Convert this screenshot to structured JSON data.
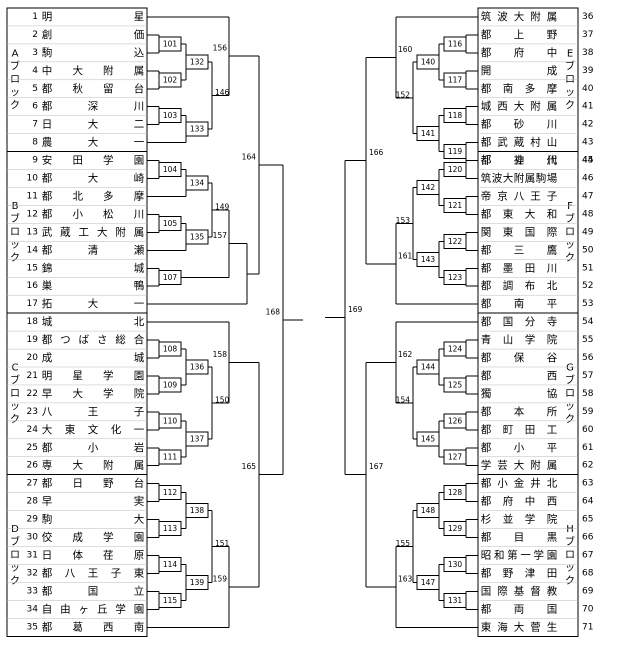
{
  "left_blocks": [
    {
      "label": "Aブロック",
      "teams": [
        {
          "no": "1",
          "name": "明星"
        },
        {
          "no": "2",
          "name": "創価"
        },
        {
          "no": "3",
          "name": "駒込"
        },
        {
          "no": "4",
          "name": "中大附属"
        },
        {
          "no": "5",
          "name": "都秋留台"
        },
        {
          "no": "6",
          "name": "都深川"
        },
        {
          "no": "7",
          "name": "日大二"
        },
        {
          "no": "8",
          "name": "農大一"
        }
      ],
      "first": [
        {
          "id": "101",
          "pair": [
            1,
            2
          ]
        },
        {
          "id": "102",
          "pair": [
            3,
            4
          ]
        },
        {
          "id": "103",
          "pair": [
            5,
            6
          ]
        }
      ],
      "second": [
        {
          "id": "132",
          "pair": [
            "m101",
            "m102"
          ]
        },
        {
          "id": "133",
          "pair": [
            "m103",
            7
          ]
        }
      ],
      "third": {
        "id": "146",
        "pair": [
          "m132",
          "m133"
        ]
      },
      "fourth": {
        "id": "156",
        "pair": [
          0,
          "m146"
        ]
      }
    },
    {
      "label": "Bブロック",
      "teams": [
        {
          "no": "9",
          "name": "安田学園"
        },
        {
          "no": "10",
          "name": "都大崎"
        },
        {
          "no": "11",
          "name": "都北多摩"
        },
        {
          "no": "12",
          "name": "都小松川"
        },
        {
          "no": "13",
          "name": "武蔵工大附属"
        },
        {
          "no": "14",
          "name": "都清瀬"
        },
        {
          "no": "15",
          "name": "錦城"
        },
        {
          "no": "16",
          "name": "巣鴨"
        },
        {
          "no": "17",
          "name": "拓大一"
        }
      ],
      "first": [
        {
          "id": "104",
          "pair": [
            0,
            1
          ]
        },
        {
          "id": "105",
          "pair": [
            3,
            4
          ]
        },
        {
          "id": "107",
          "pair": [
            6,
            7
          ]
        }
      ],
      "second": [
        {
          "id": "134",
          "pair": [
            "m104",
            2
          ]
        },
        {
          "id": "135",
          "pair": [
            "m105",
            5
          ]
        }
      ],
      "third": {
        "id": "149",
        "pair": [
          "m134",
          "m135"
        ]
      },
      "fourth": {
        "id": "157",
        "pair": [
          "m149",
          "m107"
        ]
      },
      "fifth": {
        "id": "bf",
        "pair": [
          "m157",
          8
        ]
      }
    },
    {
      "label": "Cブロック",
      "teams": [
        {
          "no": "18",
          "name": "城北"
        },
        {
          "no": "19",
          "name": "都つばさ総合"
        },
        {
          "no": "20",
          "name": "成城"
        },
        {
          "no": "21",
          "name": "明星学園"
        },
        {
          "no": "22",
          "name": "早大学院"
        },
        {
          "no": "23",
          "name": "八王子"
        },
        {
          "no": "24",
          "name": "大東文化一"
        },
        {
          "no": "25",
          "name": "都小岩"
        },
        {
          "no": "26",
          "name": "専大附属"
        }
      ],
      "first": [
        {
          "id": "108",
          "pair": [
            1,
            2
          ]
        },
        {
          "id": "109",
          "pair": [
            3,
            4
          ]
        },
        {
          "id": "110",
          "pair": [
            5,
            6
          ]
        },
        {
          "id": "111",
          "pair": [
            7,
            8
          ]
        }
      ],
      "second": [
        {
          "id": "136",
          "pair": [
            "m108",
            "m109"
          ]
        },
        {
          "id": "137",
          "pair": [
            "m110",
            "m111"
          ]
        }
      ],
      "third": {
        "id": "150",
        "pair": [
          "m136",
          "m137"
        ]
      },
      "fourth": {
        "id": "158",
        "pair": [
          0,
          "m150"
        ]
      }
    },
    {
      "label": "Dブロック",
      "teams": [
        {
          "no": "27",
          "name": "都日野台"
        },
        {
          "no": "28",
          "name": "早実"
        },
        {
          "no": "29",
          "name": "駒大"
        },
        {
          "no": "30",
          "name": "佼成学園"
        },
        {
          "no": "31",
          "name": "日体荏原"
        },
        {
          "no": "32",
          "name": "都八王子東"
        },
        {
          "no": "33",
          "name": "都国立"
        },
        {
          "no": "34",
          "name": "自由ヶ丘学園"
        },
        {
          "no": "35",
          "name": "都葛西南"
        }
      ],
      "first": [
        {
          "id": "112",
          "pair": [
            0,
            1
          ]
        },
        {
          "id": "113",
          "pair": [
            2,
            3
          ]
        },
        {
          "id": "114",
          "pair": [
            4,
            5
          ]
        },
        {
          "id": "115",
          "pair": [
            6,
            7
          ]
        }
      ],
      "second": [
        {
          "id": "138",
          "pair": [
            "m112",
            "m113"
          ]
        },
        {
          "id": "139",
          "pair": [
            "m114",
            "m115"
          ]
        }
      ],
      "third": {
        "id": "151",
        "pair": [
          "m138",
          "m139"
        ]
      },
      "fourth": {
        "id": "159",
        "pair": [
          "m151",
          8
        ]
      }
    }
  ],
  "right_blocks": [
    {
      "label": "Eブロック",
      "teams": [
        {
          "no": "36",
          "name": "筑波大附属"
        },
        {
          "no": "37",
          "name": "都上野"
        },
        {
          "no": "38",
          "name": "都府中"
        },
        {
          "no": "39",
          "name": "開成"
        },
        {
          "no": "40",
          "name": "都南多摩"
        },
        {
          "no": "41",
          "name": "城西大附属"
        },
        {
          "no": "42",
          "name": "都砂川"
        },
        {
          "no": "43",
          "name": "都武蔵村山"
        },
        {
          "no": "44",
          "name": "都立川"
        }
      ],
      "first": [
        {
          "id": "116",
          "pair": [
            1,
            2
          ]
        },
        {
          "id": "117",
          "pair": [
            3,
            4
          ]
        },
        {
          "id": "118",
          "pair": [
            5,
            6
          ]
        },
        {
          "id": "119",
          "pair": [
            7,
            8
          ]
        }
      ],
      "second": [
        {
          "id": "140",
          "pair": [
            "m116",
            "m117"
          ]
        },
        {
          "id": "141",
          "pair": [
            "m118",
            "m119"
          ]
        }
      ],
      "third": {
        "id": "152",
        "pair": [
          "m140",
          "m141"
        ]
      },
      "fourth": {
        "id": "160",
        "pair": [
          0,
          "m152"
        ]
      }
    },
    {
      "label": "Fブロック",
      "teams": [
        {
          "no": "45",
          "name": "都神代"
        },
        {
          "no": "46",
          "name": "筑波大附属駒場"
        },
        {
          "no": "47",
          "name": "帝京八王子"
        },
        {
          "no": "48",
          "name": "都東大和"
        },
        {
          "no": "49",
          "name": "関東国際"
        },
        {
          "no": "50",
          "name": "都三鷹"
        },
        {
          "no": "51",
          "name": "都墨田川"
        },
        {
          "no": "52",
          "name": "都調布北"
        },
        {
          "no": "53",
          "name": "都南平"
        }
      ],
      "first": [
        {
          "id": "120",
          "pair": [
            0,
            1
          ]
        },
        {
          "id": "121",
          "pair": [
            2,
            3
          ]
        },
        {
          "id": "122",
          "pair": [
            4,
            5
          ]
        },
        {
          "id": "123",
          "pair": [
            6,
            7
          ]
        }
      ],
      "second": [
        {
          "id": "142",
          "pair": [
            "m120",
            "m121"
          ]
        },
        {
          "id": "143",
          "pair": [
            "m122",
            "m123"
          ]
        }
      ],
      "third": {
        "id": "153",
        "pair": [
          "m142",
          "m143"
        ]
      },
      "fourth": {
        "id": "161",
        "pair": [
          "m153",
          8
        ]
      }
    },
    {
      "label": "Gブロック",
      "teams": [
        {
          "no": "54",
          "name": "都国分寺"
        },
        {
          "no": "55",
          "name": "青山学院"
        },
        {
          "no": "56",
          "name": "都保谷"
        },
        {
          "no": "57",
          "name": "都西"
        },
        {
          "no": "58",
          "name": "獨協"
        },
        {
          "no": "59",
          "name": "都本所"
        },
        {
          "no": "60",
          "name": "都町田工"
        },
        {
          "no": "61",
          "name": "都小平"
        },
        {
          "no": "62",
          "name": "学芸大附属"
        }
      ],
      "first": [
        {
          "id": "124",
          "pair": [
            1,
            2
          ]
        },
        {
          "id": "125",
          "pair": [
            3,
            4
          ]
        },
        {
          "id": "126",
          "pair": [
            5,
            6
          ]
        },
        {
          "id": "127",
          "pair": [
            7,
            8
          ]
        }
      ],
      "second": [
        {
          "id": "144",
          "pair": [
            "m124",
            "m125"
          ]
        },
        {
          "id": "145",
          "pair": [
            "m126",
            "m127"
          ]
        }
      ],
      "third": {
        "id": "154",
        "pair": [
          "m144",
          "m145"
        ]
      },
      "fourth": {
        "id": "162",
        "pair": [
          0,
          "m154"
        ]
      }
    },
    {
      "label": "Hブロック",
      "teams": [
        {
          "no": "63",
          "name": "都小金井北"
        },
        {
          "no": "64",
          "name": "都府中西"
        },
        {
          "no": "65",
          "name": "杉並学院"
        },
        {
          "no": "66",
          "name": "都目黒"
        },
        {
          "no": "67",
          "name": "昭和第一学園"
        },
        {
          "no": "68",
          "name": "都野津田"
        },
        {
          "no": "69",
          "name": "国際基督教"
        },
        {
          "no": "70",
          "name": "都両国"
        },
        {
          "no": "71",
          "name": "東海大菅生"
        }
      ],
      "first": [
        {
          "id": "128",
          "pair": [
            0,
            1
          ]
        },
        {
          "id": "129",
          "pair": [
            2,
            3
          ]
        },
        {
          "id": "130",
          "pair": [
            4,
            5
          ]
        },
        {
          "id": "131",
          "pair": [
            6,
            7
          ]
        }
      ],
      "second": [
        {
          "id": "148",
          "pair": [
            "m128",
            "m129"
          ]
        },
        {
          "id": "147",
          "pair": [
            "m130",
            "m131"
          ]
        }
      ],
      "third": {
        "id": "155",
        "pair": [
          "m148",
          "m147"
        ]
      },
      "fourth": {
        "id": "163",
        "pair": [
          "m155",
          8
        ]
      }
    }
  ],
  "left_semis": [
    {
      "id": "164",
      "pair": [
        "156",
        "bf"
      ]
    },
    {
      "id": "165",
      "pair": [
        "158",
        "159"
      ]
    }
  ],
  "left_final": {
    "id": "168",
    "pair": [
      "164",
      "165"
    ]
  },
  "right_semis": [
    {
      "id": "166",
      "pair": [
        "160",
        "161"
      ]
    },
    {
      "id": "167",
      "pair": [
        "162",
        "163"
      ]
    }
  ],
  "right_final": {
    "id": "169",
    "pair": [
      "166",
      "167"
    ]
  }
}
